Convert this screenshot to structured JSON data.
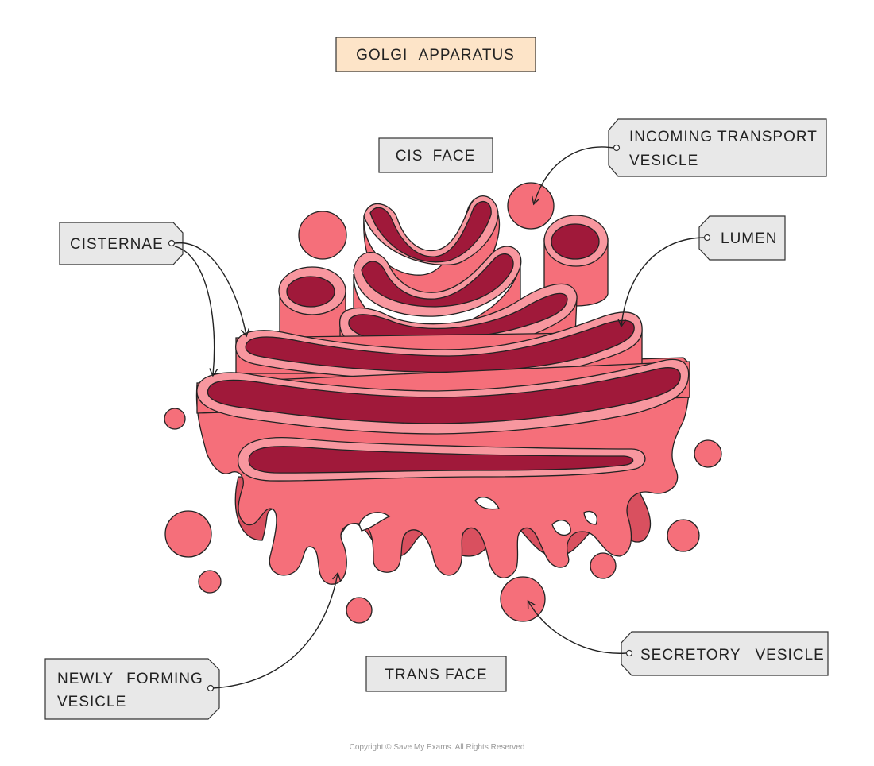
{
  "title": "GOLGI APPARATUS",
  "faces": {
    "cis": "CIS FACE",
    "trans": "TRANS FACE"
  },
  "labels": {
    "incoming_line1": "INCOMING TRANSPORT",
    "incoming_line2": "VESICLE",
    "cisternae": "CISTERNAE",
    "lumen": "LUMEN",
    "secretory": "SECRETORY VESICLE",
    "newly_line1": "NEWLY FORMING",
    "newly_line2": "VESICLE"
  },
  "copyright": "Copyright © Save My Exams. All Rights Reserved",
  "colors": {
    "title_fill": "#fde4c8",
    "label_fill": "#e8e8e8",
    "body": "#f56f7a",
    "body_light": "#f8979f",
    "lumen": "#a0193a",
    "dark_back": "#d9505f"
  }
}
